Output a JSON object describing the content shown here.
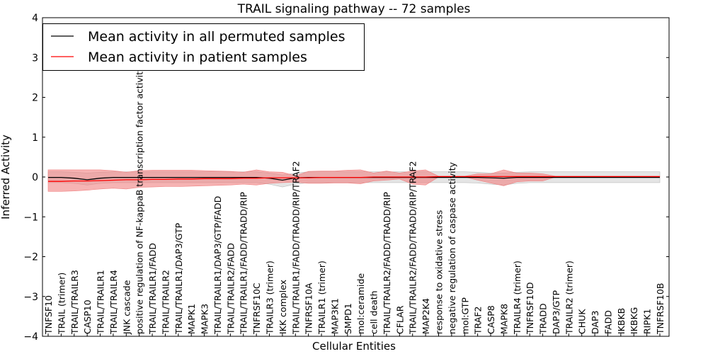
{
  "chart_data": {
    "type": "line",
    "title": "TRAIL signaling pathway -- 72 samples",
    "xlabel": "Cellular Entities",
    "ylabel": "Inferred Activity",
    "ylim": [
      -4,
      4
    ],
    "yticks": [
      "4",
      "3",
      "2",
      "1",
      "0",
      "−1",
      "−2",
      "−3",
      "−4"
    ],
    "ytick_values": [
      4,
      3,
      2,
      1,
      0,
      -1,
      -2,
      -3,
      -4
    ],
    "grid": false,
    "legend_position": "top-left",
    "categories": [
      "TNFSF10",
      "TRAIL (trimer)",
      "TRAIL/TRAILR3",
      "CASP10",
      "TRAIL/TRAILR1",
      "TRAIL/TRAILR4",
      "JNK cascade",
      "positive regulation of NF-kappaB transcription factor activity",
      "TRAIL/TRAILR1/FADD",
      "TRAIL/TRAILR2",
      "TRAIL/TRAILR1/DAP3/GTP",
      "MAPK1",
      "MAPK3",
      "TRAIL/TRAILR1/DAP3/GTP/FADD",
      "TRAIL/TRAILR2/FADD",
      "TRAIL/TRAILR1/FADD/TRADD/RIP",
      "TNFRSF10C",
      "TRAILR3 (trimer)",
      "IKK complex",
      "TRAIL/TRAILR1/FADD/TRADD/RIP/TRAF2",
      "TNFRSF10A",
      "TRAILR1 (trimer)",
      "MAP3K1",
      "SMPD1",
      "mol:ceramide",
      "cell death",
      "TRAIL/TRAILR2/FADD/TRADD/RIP",
      "CFLAR",
      "TRAIL/TRAILR2/FADD/TRADD/RIP/TRAF2",
      "MAP2K4",
      "response to oxidative stress",
      "negative regulation of caspase activity",
      "mol:GTP",
      "TRAF2",
      "CASP8",
      "MAPK8",
      "TRAILR4 (trimer)",
      "TNFRSF10D",
      "TRADD",
      "DAP3/GTP",
      "TRAILR2 (trimer)",
      "CHUK",
      "DAP3",
      "FADD",
      "IKBKB",
      "IKBKG",
      "RIPK1",
      "TNFRSF10B"
    ],
    "series": [
      {
        "name": "Mean activity in all permuted samples",
        "color": "#000000",
        "band_color": "#cccccc",
        "values": [
          -0.01,
          -0.01,
          -0.03,
          -0.07,
          -0.03,
          -0.01,
          -0.01,
          -0.01,
          -0.01,
          -0.01,
          -0.01,
          -0.01,
          -0.01,
          -0.01,
          -0.01,
          -0.01,
          -0.01,
          -0.03,
          -0.08,
          -0.02,
          -0.01,
          -0.01,
          -0.01,
          -0.01,
          -0.01,
          -0.01,
          -0.01,
          -0.01,
          -0.01,
          -0.01,
          -0.01,
          -0.01,
          -0.01,
          -0.01,
          -0.02,
          -0.03,
          -0.01,
          -0.01,
          -0.01,
          -0.01,
          -0.01,
          -0.01,
          -0.01,
          -0.01,
          -0.01,
          -0.01,
          -0.01,
          -0.01
        ],
        "upper": [
          0.13,
          0.13,
          0.12,
          0.1,
          0.12,
          0.13,
          0.13,
          0.13,
          0.13,
          0.13,
          0.13,
          0.13,
          0.13,
          0.13,
          0.13,
          0.13,
          0.13,
          0.1,
          0.05,
          0.1,
          0.13,
          0.13,
          0.13,
          0.13,
          0.13,
          0.13,
          0.13,
          0.13,
          0.13,
          0.13,
          0.13,
          0.13,
          0.13,
          0.12,
          0.1,
          0.1,
          0.12,
          0.13,
          0.13,
          0.13,
          0.13,
          0.13,
          0.13,
          0.13,
          0.13,
          0.13,
          0.13,
          0.13
        ],
        "lower": [
          -0.14,
          -0.14,
          -0.16,
          -0.2,
          -0.16,
          -0.14,
          -0.14,
          -0.14,
          -0.14,
          -0.14,
          -0.14,
          -0.14,
          -0.14,
          -0.14,
          -0.14,
          -0.14,
          -0.14,
          -0.18,
          -0.25,
          -0.18,
          -0.14,
          -0.14,
          -0.14,
          -0.14,
          -0.14,
          -0.14,
          -0.14,
          -0.14,
          -0.14,
          -0.14,
          -0.14,
          -0.14,
          -0.14,
          -0.15,
          -0.18,
          -0.2,
          -0.16,
          -0.14,
          -0.14,
          -0.14,
          -0.14,
          -0.14,
          -0.14,
          -0.14,
          -0.14,
          -0.14,
          -0.14,
          -0.14
        ]
      },
      {
        "name": "Mean activity in patient samples",
        "color": "#ff0000",
        "band_color": "#f08080",
        "values": [
          -0.11,
          -0.11,
          -0.1,
          -0.1,
          -0.09,
          -0.08,
          -0.07,
          -0.07,
          -0.06,
          -0.06,
          -0.05,
          -0.05,
          -0.04,
          -0.04,
          -0.04,
          -0.03,
          -0.03,
          -0.02,
          -0.02,
          -0.02,
          -0.02,
          -0.01,
          -0.01,
          -0.01,
          -0.01,
          0,
          0,
          0,
          0,
          0,
          0.01,
          0.01,
          0.01,
          0.01,
          0.01,
          0.01,
          0.01,
          0.01,
          0.01,
          0.01,
          0.01,
          0.01,
          0.01,
          0.01,
          0.01,
          0.01,
          0.01,
          0.01
        ],
        "upper": [
          0.18,
          0.18,
          0.18,
          0.18,
          0.18,
          0.16,
          0.12,
          0.16,
          0.17,
          0.17,
          0.17,
          0.17,
          0.16,
          0.15,
          0.14,
          0.12,
          0.18,
          0.13,
          0.12,
          0.03,
          0.14,
          0.15,
          0.15,
          0.17,
          0.18,
          0.1,
          0.15,
          0.1,
          0.15,
          0.18,
          0.02,
          0.02,
          0.02,
          0.08,
          0.08,
          0.18,
          0.1,
          0.1,
          0.08,
          0.02,
          0.02,
          0.02,
          0.02,
          0.02,
          0.02,
          0.02,
          0.02,
          0.02
        ],
        "lower": [
          -0.36,
          -0.36,
          -0.35,
          -0.33,
          -0.3,
          -0.28,
          -0.3,
          -0.26,
          -0.25,
          -0.24,
          -0.24,
          -0.23,
          -0.22,
          -0.21,
          -0.2,
          -0.18,
          -0.2,
          -0.16,
          -0.14,
          -0.13,
          -0.16,
          -0.16,
          -0.15,
          -0.15,
          -0.17,
          -0.1,
          -0.08,
          -0.05,
          -0.18,
          -0.2,
          0,
          0,
          0,
          -0.08,
          -0.15,
          -0.22,
          -0.12,
          -0.1,
          -0.1,
          0,
          0,
          0,
          0,
          0,
          0,
          0,
          0,
          0
        ]
      }
    ]
  }
}
